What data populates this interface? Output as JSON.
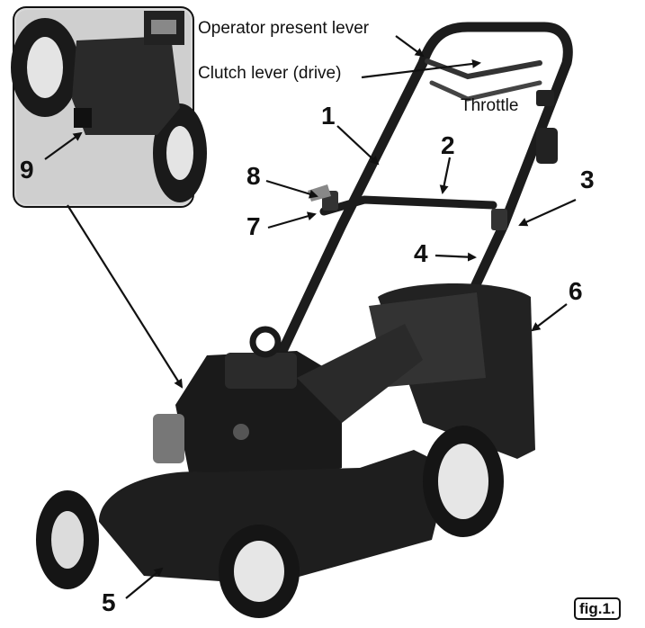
{
  "labels": {
    "operator_present_lever": "Operator present lever",
    "clutch_lever": "Clutch lever (drive)",
    "throttle": "Throttle",
    "n1": "1",
    "n2": "2",
    "n3": "3",
    "n4": "4",
    "n5": "5",
    "n6": "6",
    "n7": "7",
    "n8": "8",
    "n9": "9"
  },
  "figure_caption": "fig.1.",
  "colors": {
    "body": "#1c1c1c",
    "arrow": "#111111",
    "wheel_rim": "#e6e6e6"
  }
}
